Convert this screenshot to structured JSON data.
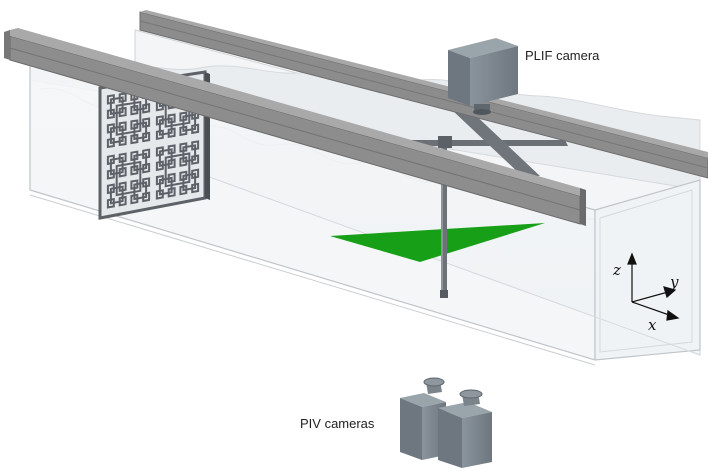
{
  "labels": {
    "plif_camera": "PLIF camera",
    "piv_cameras": "PIV cameras"
  },
  "axes": {
    "z": "z",
    "y": "y",
    "x": "x"
  },
  "colors": {
    "laser_sheet": "#17a017",
    "rail": "#8c8c8c",
    "camera": "#7d8890",
    "grid": "#5d6268",
    "tank_edge": "#c9ced3"
  }
}
